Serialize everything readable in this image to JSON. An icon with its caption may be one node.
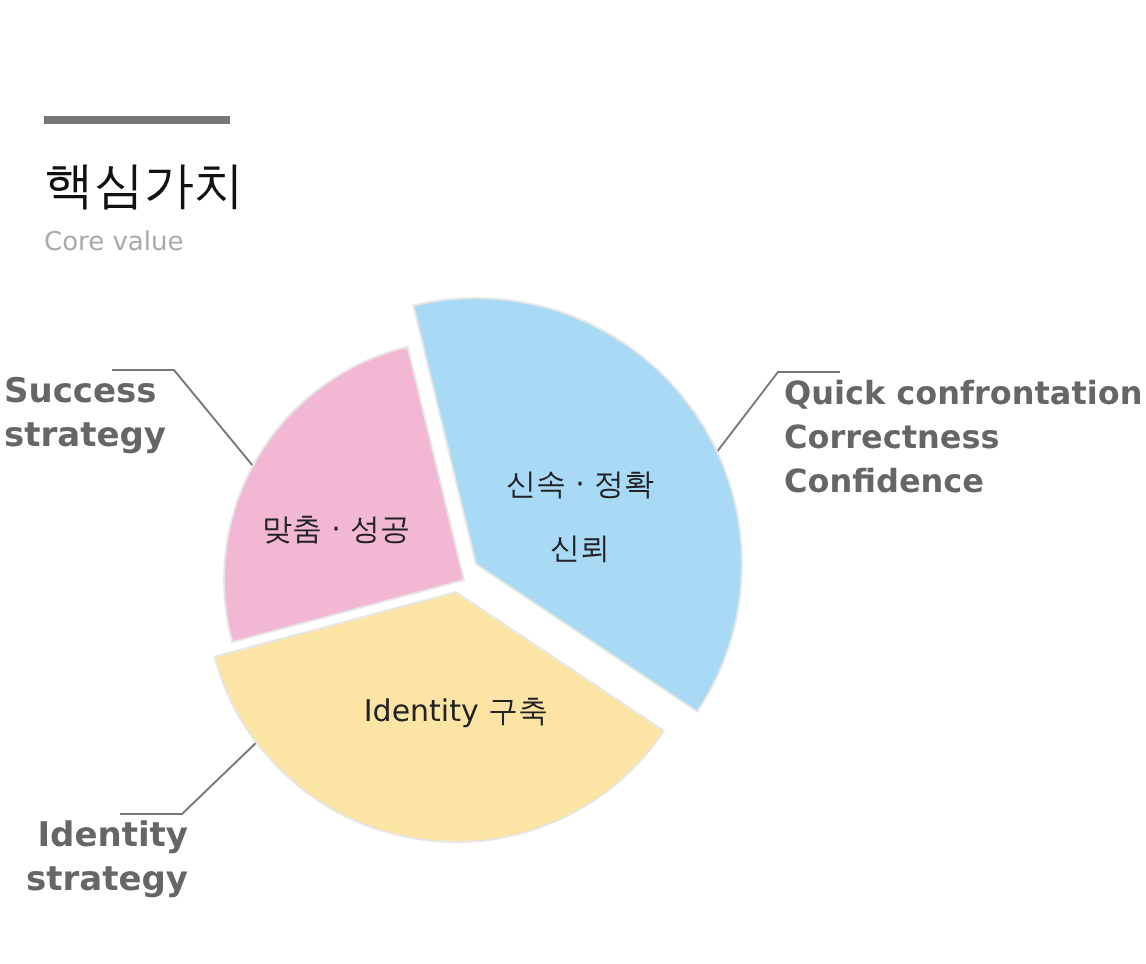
{
  "diagram": {
    "title": "핵심가치",
    "nodes": [
      {
        "text": [
          "맞춤 · 성공"
        ]
      },
      {
        "text": [
          "신속 · 정확 신뢰"
        ]
      },
      {
        "text": [
          "Identity 구축"
        ]
      },
      {
        "text": [
          "Success strategy"
        ]
      },
      {
        "text": [
          "Quick confrontation",
          "Correctness",
          "Confidence"
        ]
      },
      {
        "text": [
          "Identity strategy"
        ]
      }
    ],
    "edges": [
      {
        "from": 3,
        "to": 0,
        "arrow": "none"
      },
      {
        "from": 4,
        "to": 1,
        "arrow": "none"
      },
      {
        "from": 5,
        "to": 2,
        "arrow": "none"
      }
    ],
    "labels": [
      "Core value"
    ]
  }
}
